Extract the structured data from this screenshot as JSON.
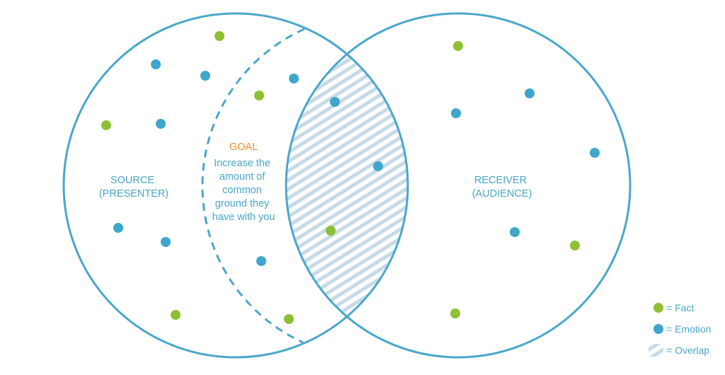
{
  "diagram": {
    "source_label": [
      "SOURCE",
      "(PRESENTER)"
    ],
    "receiver_label": [
      "RECEIVER",
      "(AUDIENCE)"
    ],
    "goal_title": "GOAL",
    "goal_text": [
      "Increase the",
      "amount of",
      "common",
      "ground they",
      "have with you"
    ]
  },
  "legend": {
    "fact": "= Fact",
    "emotion": "= Emotion",
    "overlap": "= Overlap"
  },
  "colors": {
    "circle": "#4aa7c9",
    "fact": "#8dc034",
    "emotion": "#3ea6cc",
    "goal_title": "#f0902c",
    "text": "#48a6c8",
    "hatch": "#c5dae7"
  }
}
